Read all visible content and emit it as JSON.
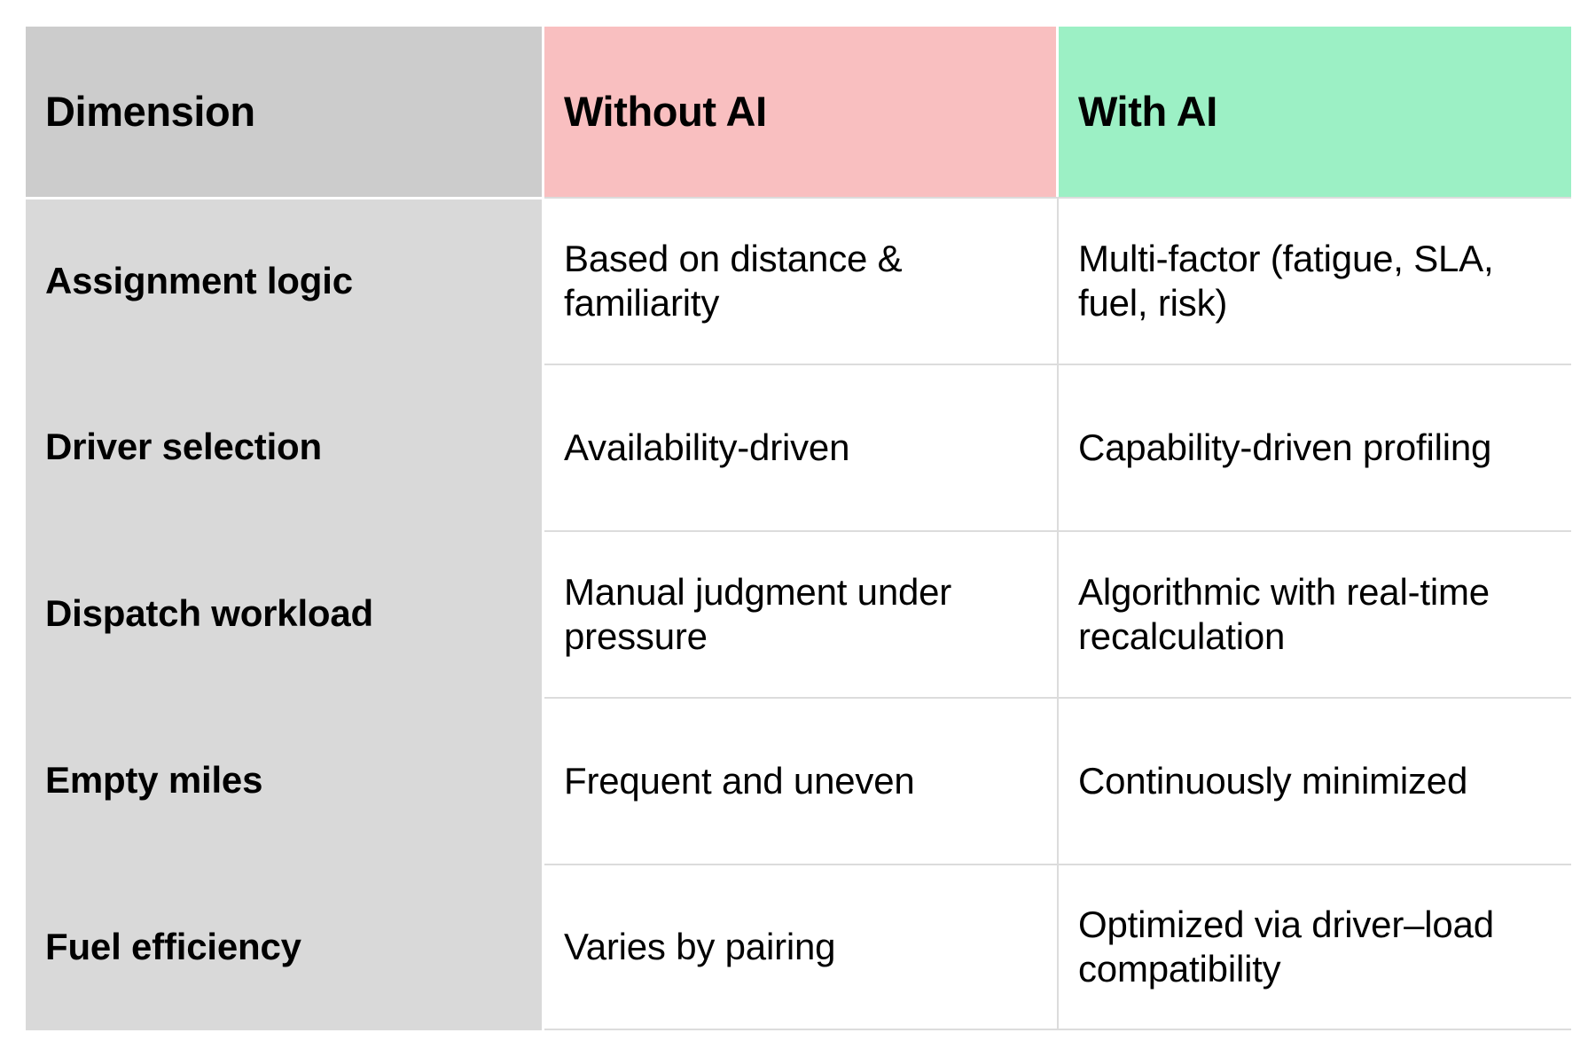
{
  "table": {
    "columns": [
      {
        "key": "dimension",
        "label": "Dimension",
        "header_bg": "#cccccc"
      },
      {
        "key": "without_ai",
        "label": "Without AI",
        "header_bg": "#f9bfc0"
      },
      {
        "key": "with_ai",
        "label": "With AI",
        "header_bg": "#9cf0c5"
      }
    ],
    "rows": [
      {
        "dimension": "Assignment logic",
        "without_ai": "Based on distance & familiarity",
        "with_ai": "Multi-factor (fatigue, SLA, fuel, risk)"
      },
      {
        "dimension": "Driver selection",
        "without_ai": "Availability-driven",
        "with_ai": "Capability-driven profiling"
      },
      {
        "dimension": "Dispatch workload",
        "without_ai": "Manual judgment under pressure",
        "with_ai": "Algorithmic with real-time recalculation"
      },
      {
        "dimension": "Empty miles",
        "without_ai": "Frequent and uneven",
        "with_ai": "Continuously minimized"
      },
      {
        "dimension": "Fuel efficiency",
        "without_ai": "Varies by pairing",
        "with_ai": "Optimized via driver–load compatibility"
      }
    ]
  }
}
